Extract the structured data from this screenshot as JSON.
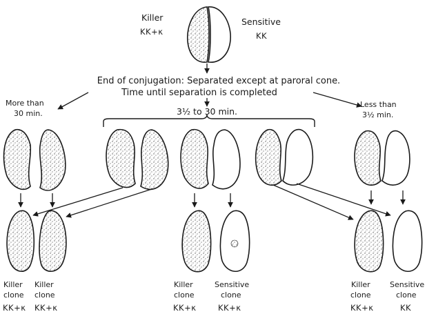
{
  "parents": {
    "killer_label": "Killer",
    "killer_genotype": "KK+κ",
    "sensitive_label": "Sensitive",
    "sensitive_genotype": "KK"
  },
  "conjugation_note_1": "End of conjugation: Separated except at paroral cone.",
  "conjugation_note_2": "Time until separation is completed",
  "time_branches": {
    "long": [
      "More than",
      "30 min."
    ],
    "middle": "3½ to 30 min.",
    "short": [
      "Less than",
      "3½ min."
    ]
  },
  "clones": {
    "left_1": [
      "Killer",
      "clone",
      "KK+κ"
    ],
    "left_2": [
      "Killer",
      "clone",
      "KK+κ"
    ],
    "mid_1": [
      "Killer",
      "clone",
      "KK+κ"
    ],
    "mid_2": [
      "Sensitive",
      "clone",
      "KK+κ"
    ],
    "right_1": [
      "Killer",
      "clone",
      "KK+κ"
    ],
    "right_2": [
      "Sensitive",
      "clone",
      "KK"
    ]
  },
  "colors": {
    "ink": "#1a1a1a",
    "paper": "#ffffff",
    "stipple": "#555555"
  }
}
